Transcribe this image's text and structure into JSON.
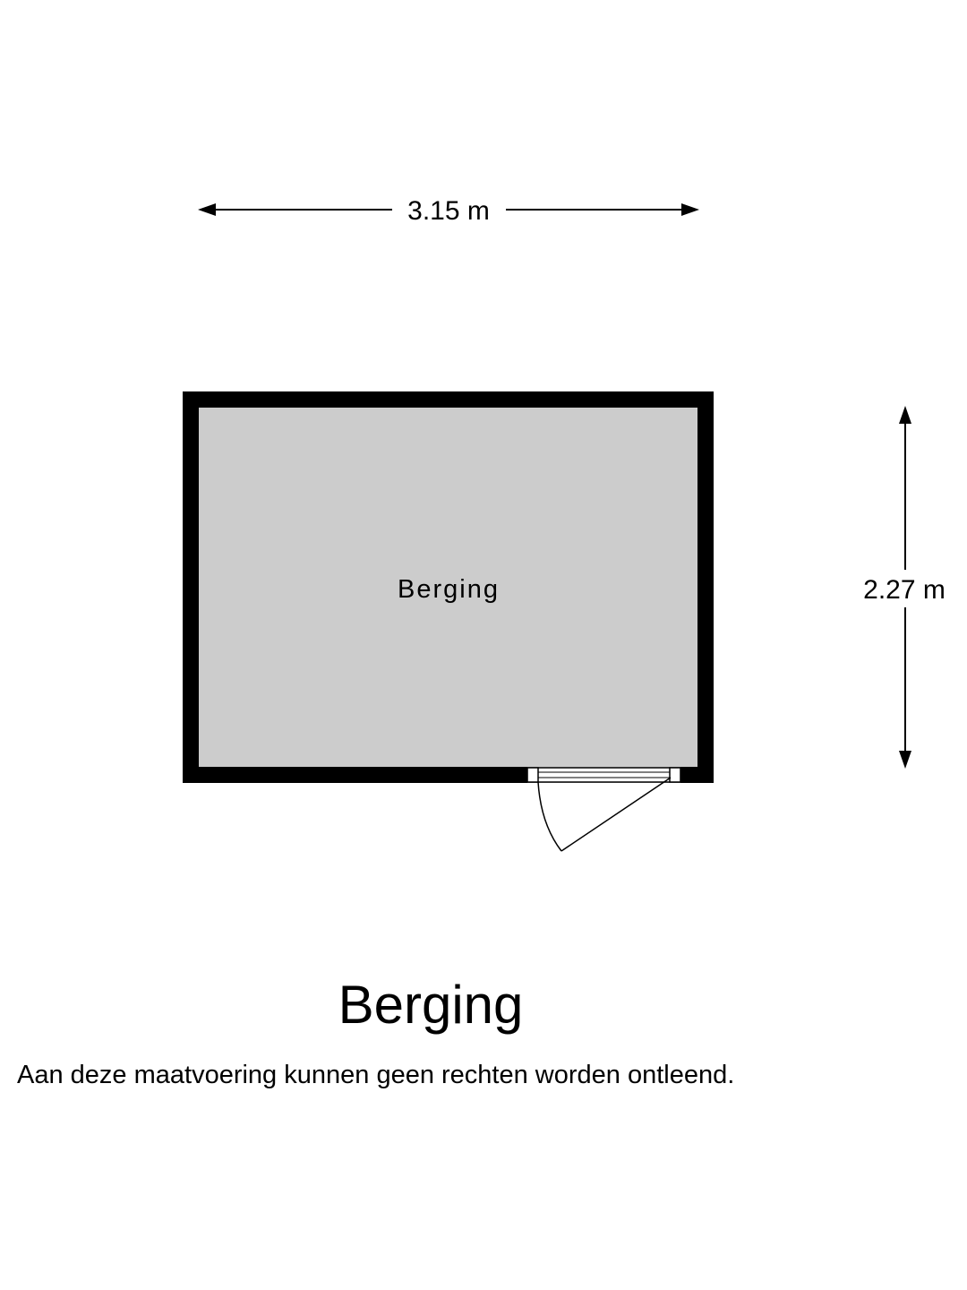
{
  "floorplan": {
    "room_label": "Berging",
    "width_dimension": "3.15 m",
    "depth_dimension": "2.27 m",
    "title": "Berging",
    "disclaimer": "Aan deze maatvoering kunnen geen rechten worden ontleend."
  },
  "colors": {
    "wall": "#000000",
    "floor": "#cccccc",
    "background": "#ffffff"
  }
}
